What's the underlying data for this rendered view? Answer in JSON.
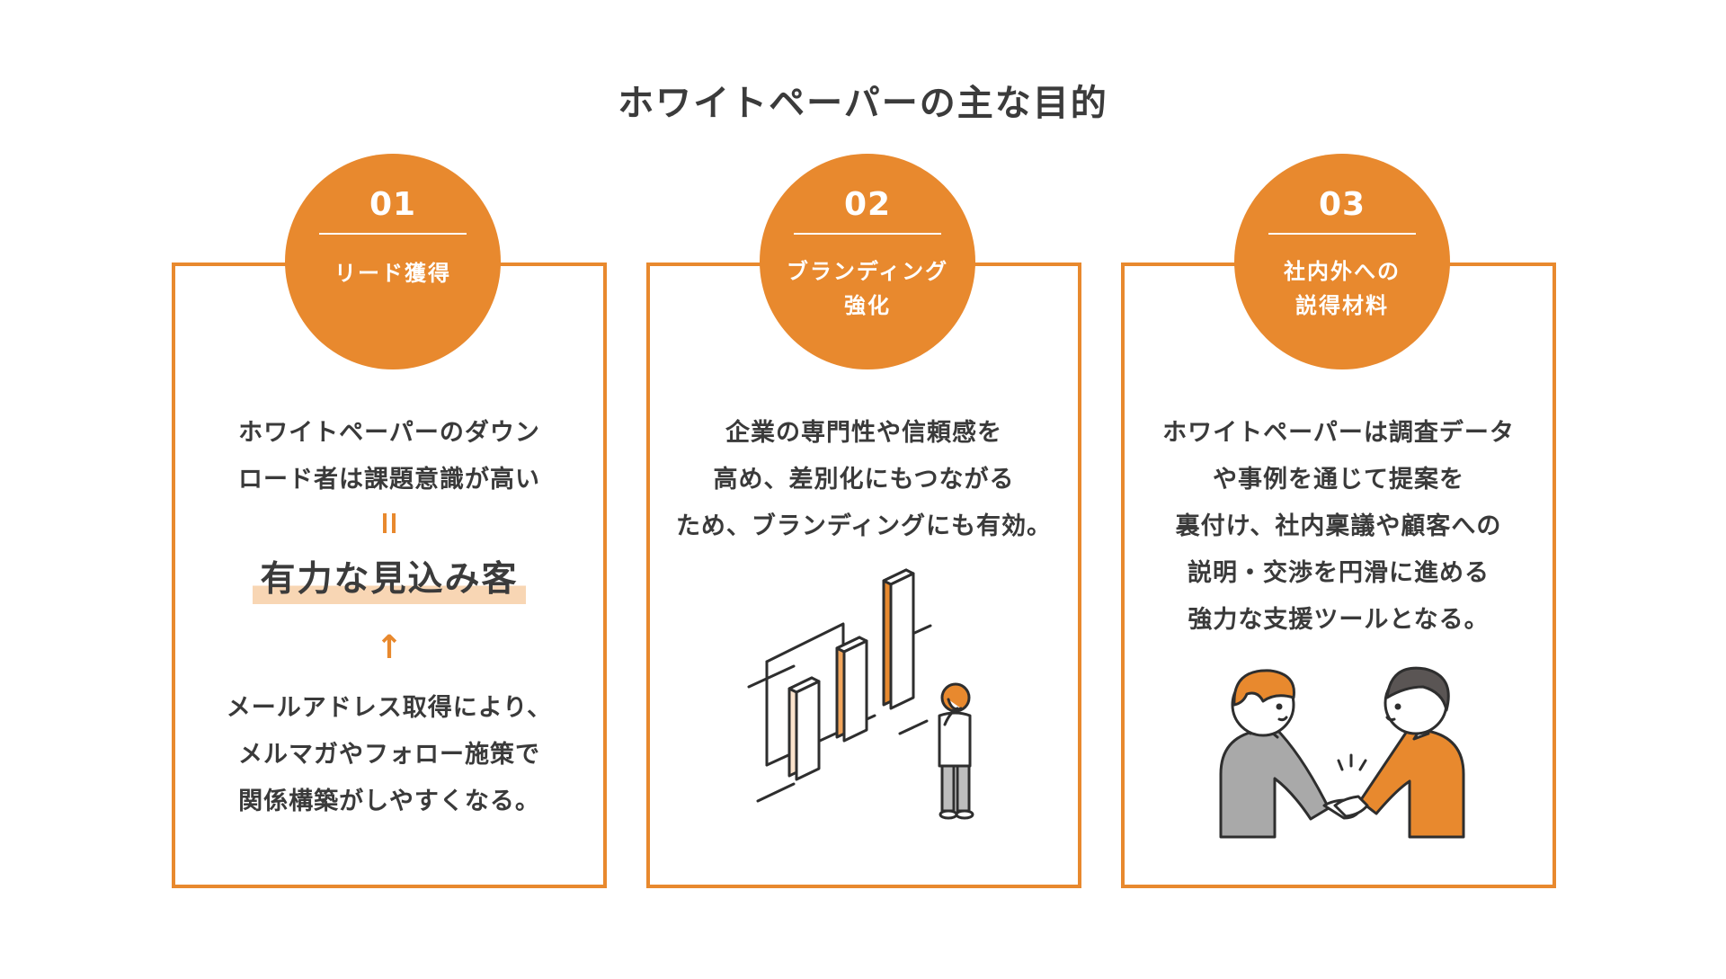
{
  "title": "ホワイトペーパーの主な目的",
  "cards": [
    {
      "number": "01",
      "label_lines": [
        "リード獲得"
      ],
      "top_lines": [
        "ホワイトペーパーのダウン",
        "ロード者は課題意識が高い"
      ],
      "equals": "=",
      "highlight": "有力な見込み客",
      "arrow": "↑",
      "bottom_lines": [
        "メールアドレス取得により、",
        "メルマガやフォロー施策で",
        "関係構築がしやすくなる。"
      ]
    },
    {
      "number": "02",
      "label_lines": [
        "ブランディング",
        "強化"
      ],
      "text_lines": [
        "企業の専門性や信頼感を",
        "高め、差別化にもつながる",
        "ため、ブランディングにも有効。"
      ],
      "illustration": "bar-chart-person-icon"
    },
    {
      "number": "03",
      "label_lines": [
        "社内外への",
        "説得材料"
      ],
      "text_lines": [
        "ホワイトペーパーは調査データ",
        "や事例を通じて提案を",
        "裏付け、社内稟議や顧客への",
        "説明・交渉を円滑に進める",
        "強力な支援ツールとなる。"
      ],
      "illustration": "handshake-icon"
    }
  ],
  "colors": {
    "accent": "#e8892e",
    "highlight": "#f8d6b4",
    "text": "#3a3a3a"
  }
}
